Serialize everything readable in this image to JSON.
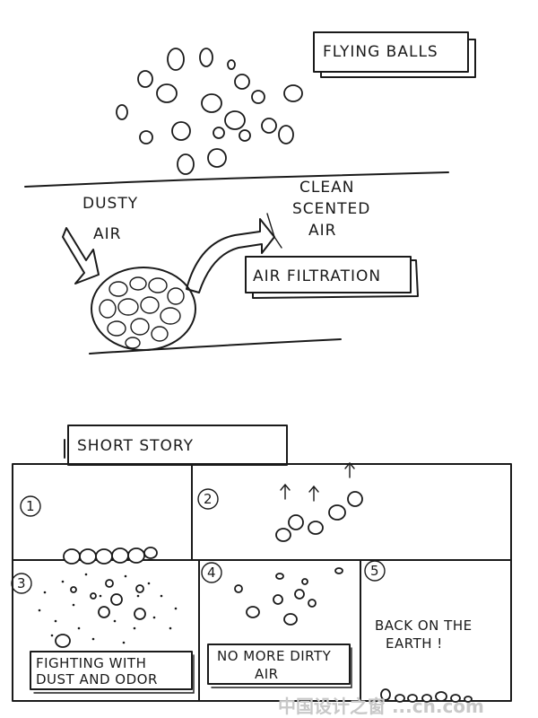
{
  "labels": {
    "flying_balls": "FLYING BALLS",
    "dusty": "DUSTY",
    "air_left": "AIR",
    "clean": "CLEAN",
    "scented": "SCENTED",
    "air_right": "AIR",
    "air_filtration": "AIR FILTRATION",
    "short_story": "SHORT      STORY"
  },
  "storyboard": {
    "panel_1_number": "1",
    "panel_2_number": "2",
    "panel_3_number": "3",
    "panel_4_number": "4",
    "panel_5_number": "5",
    "panel_3_caption_line1": "FIGHTING  WITH",
    "panel_3_caption_line2": "DUST  AND  ODOR",
    "panel_4_caption_line1": "NO MORE DIRTY",
    "panel_4_caption_line2": "AIR",
    "panel_5_text_line1": "BACK ON THE",
    "panel_5_text_line2": "EARTH !"
  },
  "watermark": "中国设计之窗 ...cn.com"
}
